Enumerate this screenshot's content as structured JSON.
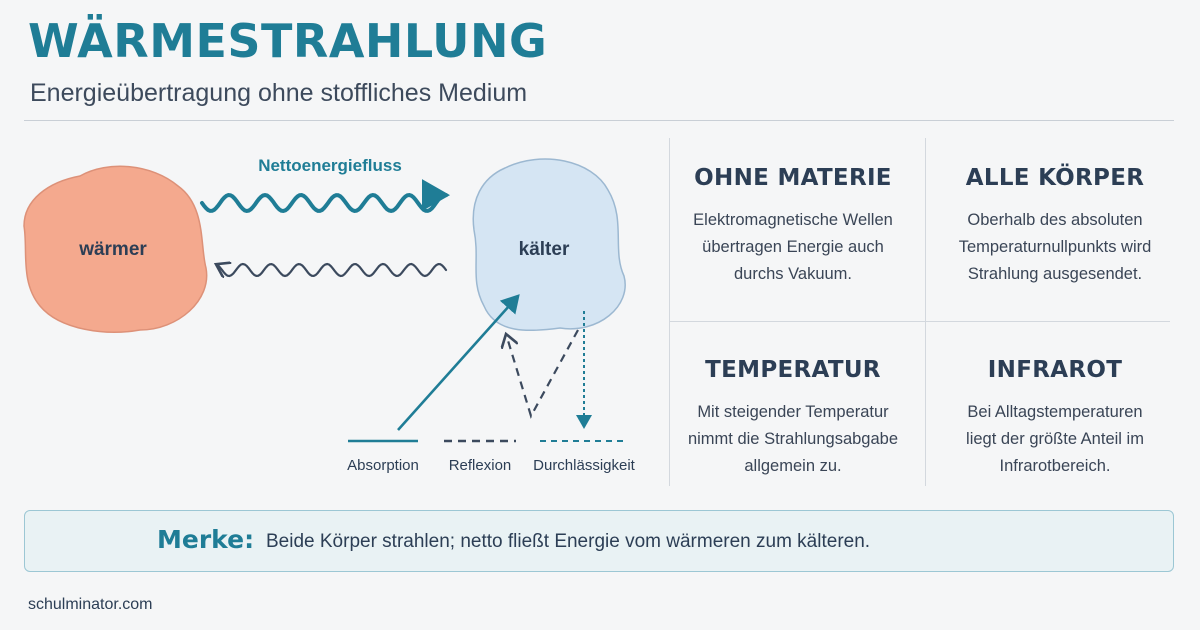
{
  "header": {
    "title": "WÄRMESTRAHLUNG",
    "subtitle": "Energieübertragung ohne stoffliches Medium"
  },
  "diagram": {
    "warm_body_label": "wärmer",
    "cold_body_label": "kälter",
    "flow_label": "Nettoenergiefluss",
    "legend": {
      "absorption": "Absorption",
      "reflexion": "Reflexion",
      "durchlaessigkeit": "Durchlässigkeit"
    }
  },
  "cards": [
    {
      "title": "OHNE MATERIE",
      "text": "Elektromagnetische Wellen\nübertragen Energie auch\ndurchs Vakuum."
    },
    {
      "title": "ALLE KÖRPER",
      "text": "Oberhalb des absoluten\nTemperaturnullpunkts wird\nStrahlung ausgesendet."
    },
    {
      "title": "TEMPERATUR",
      "text": "Mit steigender Temperatur\nnimmt die Strahlungsabgabe\nallgemein zu."
    },
    {
      "title": "INFRAROT",
      "text": "Bei Alltagstemperaturen\nliegt der größte Anteil im\nInfrarotbereich."
    }
  ],
  "note": {
    "label": "Merke:",
    "text": "Beide Körper strahlen; netto fließt Energie vom wärmeren zum kälteren."
  },
  "footer": {
    "source": "schulminator.com"
  },
  "colors": {
    "accent": "#1f7d96",
    "dark": "#2c3e55",
    "warm_fill": "#f4a98e",
    "cold_fill": "#d5e5f3"
  }
}
